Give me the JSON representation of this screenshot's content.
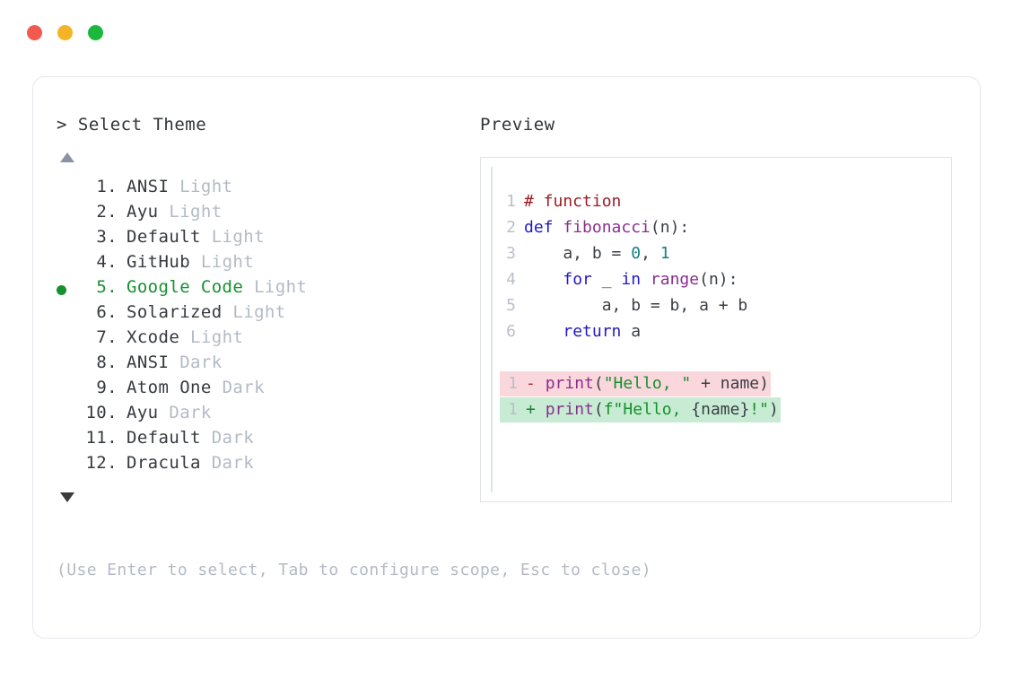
{
  "window": {
    "buttons": [
      {
        "name": "close",
        "color": "#f25a50"
      },
      {
        "name": "minimize",
        "color": "#f5b426"
      },
      {
        "name": "maximize",
        "color": "#1cb83c"
      }
    ]
  },
  "picker": {
    "prompt_caret": ">",
    "prompt_label": "Select Theme",
    "scroll_up_icon": "triangle-up",
    "scroll_down_icon": "triangle-down",
    "selected_index": 5,
    "items": [
      {
        "number": "1.",
        "name": "ANSI",
        "variant": "Light",
        "selected": false
      },
      {
        "number": "2.",
        "name": "Ayu",
        "variant": "Light",
        "selected": false
      },
      {
        "number": "3.",
        "name": "Default",
        "variant": "Light",
        "selected": false
      },
      {
        "number": "4.",
        "name": "GitHub",
        "variant": "Light",
        "selected": false
      },
      {
        "number": "5.",
        "name": "Google Code",
        "variant": "Light",
        "selected": true
      },
      {
        "number": "6.",
        "name": "Solarized",
        "variant": "Light",
        "selected": false
      },
      {
        "number": "7.",
        "name": "Xcode",
        "variant": "Light",
        "selected": false
      },
      {
        "number": "8.",
        "name": "ANSI",
        "variant": "Dark",
        "selected": false
      },
      {
        "number": "9.",
        "name": "Atom One",
        "variant": "Dark",
        "selected": false
      },
      {
        "number": "10.",
        "name": "Ayu",
        "variant": "Dark",
        "selected": false
      },
      {
        "number": "11.",
        "name": "Default",
        "variant": "Dark",
        "selected": false
      },
      {
        "number": "12.",
        "name": "Dracula",
        "variant": "Dark",
        "selected": false
      }
    ]
  },
  "preview": {
    "label": "Preview",
    "code_lines": [
      {
        "n": "1",
        "tokens": [
          {
            "t": "# function",
            "c": "comment"
          }
        ]
      },
      {
        "n": "2",
        "tokens": [
          {
            "t": "def ",
            "c": "kw"
          },
          {
            "t": "fibonacci",
            "c": "fn"
          },
          {
            "t": "(n):",
            "c": "punc"
          }
        ]
      },
      {
        "n": "3",
        "tokens": [
          {
            "t": "    a, b = ",
            "c": "plain"
          },
          {
            "t": "0",
            "c": "num"
          },
          {
            "t": ", ",
            "c": "plain"
          },
          {
            "t": "1",
            "c": "num"
          }
        ]
      },
      {
        "n": "4",
        "tokens": [
          {
            "t": "    ",
            "c": "plain"
          },
          {
            "t": "for",
            "c": "kw"
          },
          {
            "t": " _ ",
            "c": "plain"
          },
          {
            "t": "in",
            "c": "kw"
          },
          {
            "t": " ",
            "c": "plain"
          },
          {
            "t": "range",
            "c": "fn"
          },
          {
            "t": "(n):",
            "c": "punc"
          }
        ]
      },
      {
        "n": "5",
        "tokens": [
          {
            "t": "        a, b = b, a + b",
            "c": "plain"
          }
        ]
      },
      {
        "n": "6",
        "tokens": [
          {
            "t": "    ",
            "c": "plain"
          },
          {
            "t": "return",
            "c": "kw"
          },
          {
            "t": " a",
            "c": "plain"
          }
        ]
      }
    ],
    "diff_lines": [
      {
        "n": "1",
        "kind": "removed",
        "sign": "-",
        "tokens": [
          {
            "t": "print",
            "c": "fn"
          },
          {
            "t": "(",
            "c": "punc"
          },
          {
            "t": "\"Hello, \"",
            "c": "str"
          },
          {
            "t": " + name)",
            "c": "plain"
          }
        ]
      },
      {
        "n": "1",
        "kind": "added",
        "sign": "+",
        "tokens": [
          {
            "t": "print",
            "c": "fn"
          },
          {
            "t": "(",
            "c": "punc"
          },
          {
            "t": "f\"Hello, ",
            "c": "str"
          },
          {
            "t": "{name}",
            "c": "plain"
          },
          {
            "t": "!\"",
            "c": "str"
          },
          {
            "t": ")",
            "c": "punc"
          }
        ]
      }
    ]
  },
  "footer": {
    "hint": "(Use Enter to select, Tab to configure scope, Esc to close)"
  },
  "colors": {
    "accent_green": "#16912f",
    "muted": "#b3bac6",
    "text": "#35393f",
    "diff_removed_bg": "#fad7dc",
    "diff_added_bg": "#c7ecd3"
  }
}
